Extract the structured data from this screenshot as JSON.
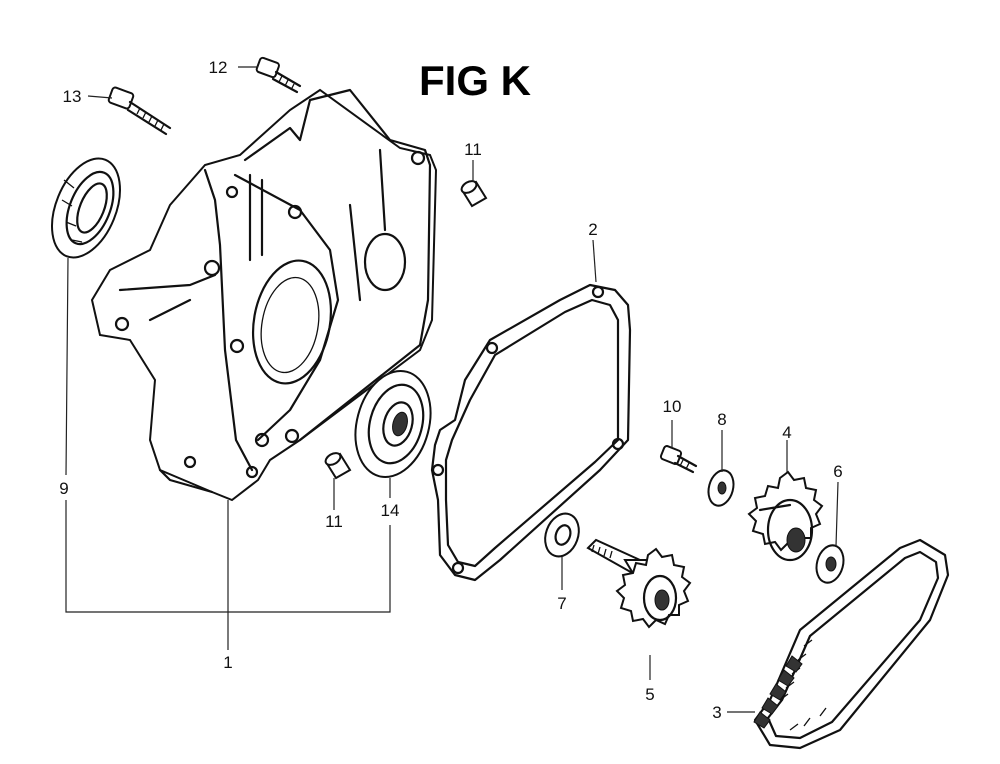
{
  "figure": {
    "title": "FIG K"
  },
  "callouts": {
    "c1": "1",
    "c2": "2",
    "c3": "3",
    "c4": "4",
    "c5": "5",
    "c6": "6",
    "c7": "7",
    "c8": "8",
    "c9": "9",
    "c10": "10",
    "c11a": "11",
    "c11b": "11",
    "c12": "12",
    "c13": "13",
    "c14": "14"
  }
}
